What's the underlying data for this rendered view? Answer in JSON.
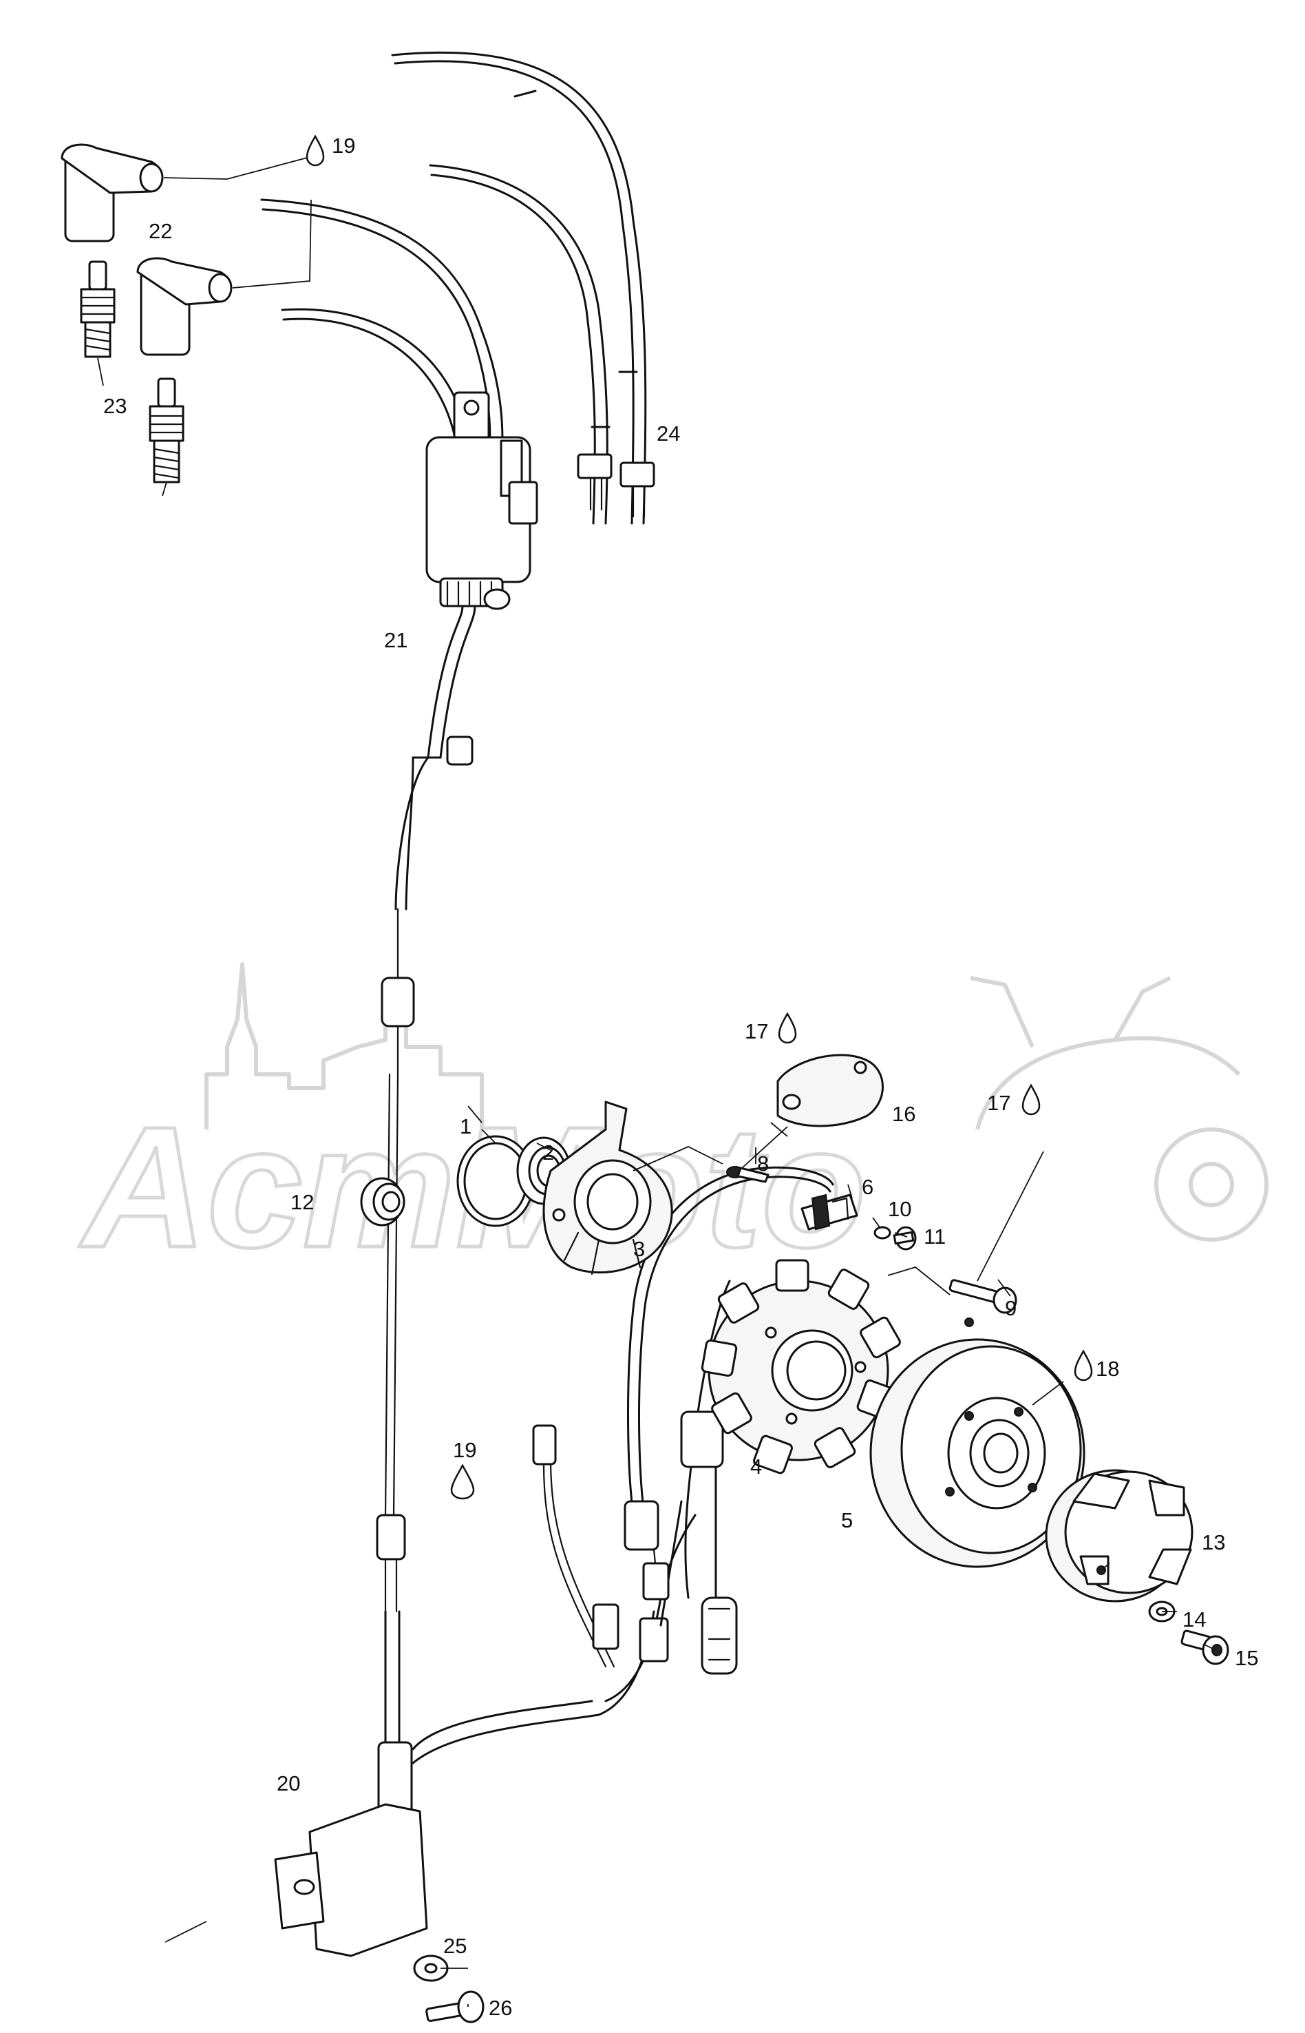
{
  "watermark_text": "AcmMoto",
  "callouts": {
    "c1": "1",
    "c2": "2",
    "c3": "3",
    "c4": "4",
    "c5": "5",
    "c6": "6",
    "c8": "8",
    "c9": "9",
    "c10": "10",
    "c11": "11",
    "c12": "12",
    "c13": "13",
    "c14": "14",
    "c15": "15",
    "c16": "16",
    "c17a": "17",
    "c17b": "17",
    "c18": "18",
    "c19a": "19",
    "c19b": "19",
    "c20": "20",
    "c21": "21",
    "c22": "22",
    "c23": "23",
    "c24": "24",
    "c25": "25",
    "c26": "26"
  },
  "icons": {
    "lubricant": "droplet-icon"
  }
}
